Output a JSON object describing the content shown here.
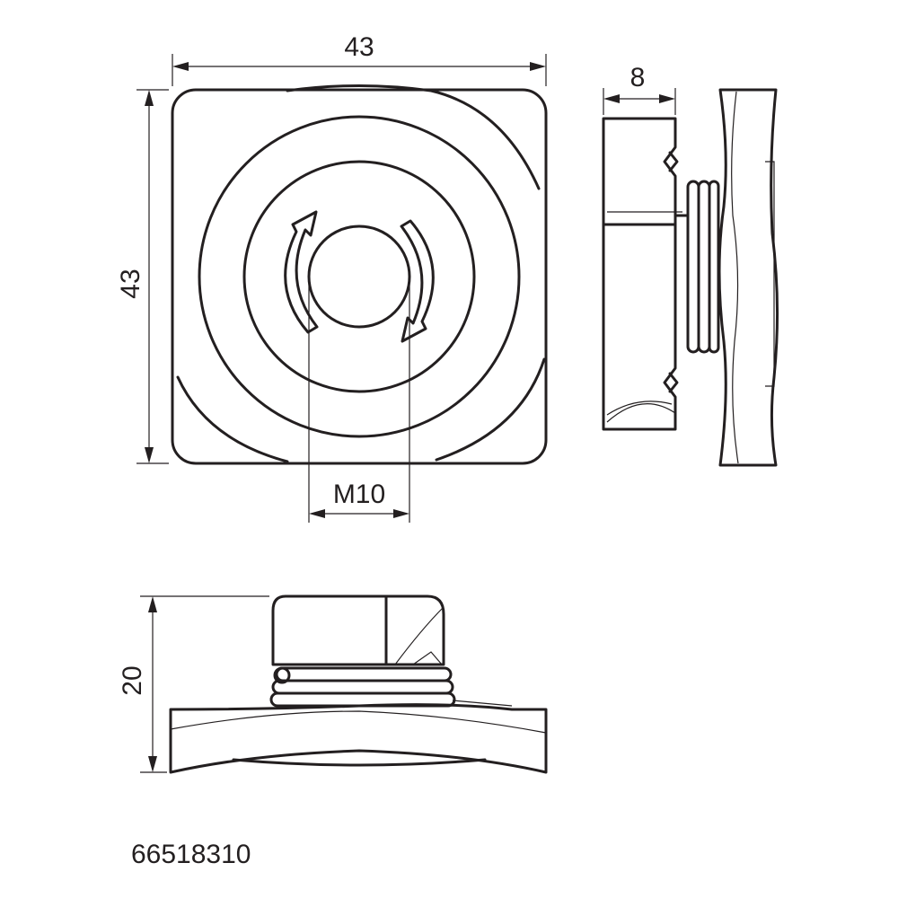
{
  "dimensions": {
    "top_width": "43",
    "top_height": "43",
    "thread": "M10",
    "side_width": "8",
    "front_height": "20"
  },
  "part_number": "66518310",
  "colors": {
    "line": "#231f20",
    "background": "#ffffff"
  }
}
